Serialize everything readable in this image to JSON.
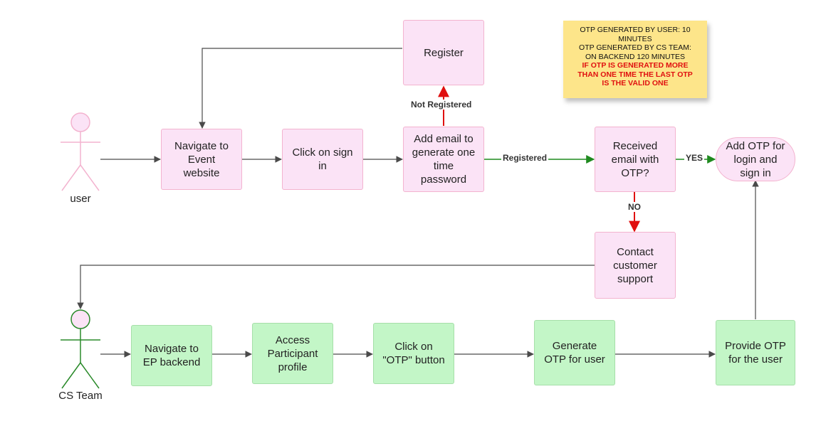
{
  "actors": {
    "user": {
      "label": "user",
      "color": "#f3b3cf"
    },
    "cs_team": {
      "label": "CS Team",
      "color": "#2a8a2a"
    }
  },
  "nodes": {
    "register": "Register",
    "navigate_event": "Navigate to\nEvent\nwebsite",
    "click_sign_in": "Click on sign\nin",
    "add_email": "Add email to\ngenerate one\ntime\npassword",
    "received_email": "Received\nemail with\nOTP?",
    "add_otp": "Add OTP for\nlogin and\nsign in",
    "contact_support": "Contact\ncustomer\nsupport",
    "navigate_backend": "Navigate to\nEP backend",
    "access_profile": "Access\nParticipant\nprofile",
    "click_otp_button": "Click on\n\"OTP\" button",
    "generate_otp": "Generate\nOTP for user",
    "provide_otp": "Provide OTP\nfor the user"
  },
  "edge_labels": {
    "not_registered": "Not Registered",
    "registered": "Registered",
    "yes": "YES",
    "no": "NO"
  },
  "note": {
    "lines": "OTP GENERATED BY USER: 10\nMINUTES\nOTP GENERATED BY CS TEAM:\nON BACKEND 120 MINUTES",
    "warning": "IF OTP IS GENERATED MORE\nTHAN ONE TIME THE LAST OTP\nIS THE VALID ONE",
    "color": "#fde58a",
    "warning_color": "#e01010"
  },
  "colors": {
    "pink_fill": "#fbe3f6",
    "pink_border": "#f3b3cf",
    "green_fill": "#c3f6c7",
    "green_border": "#a6dfa9",
    "line": "#4a4a4a",
    "positive": "#1f8a1f",
    "negative": "#e01010"
  }
}
